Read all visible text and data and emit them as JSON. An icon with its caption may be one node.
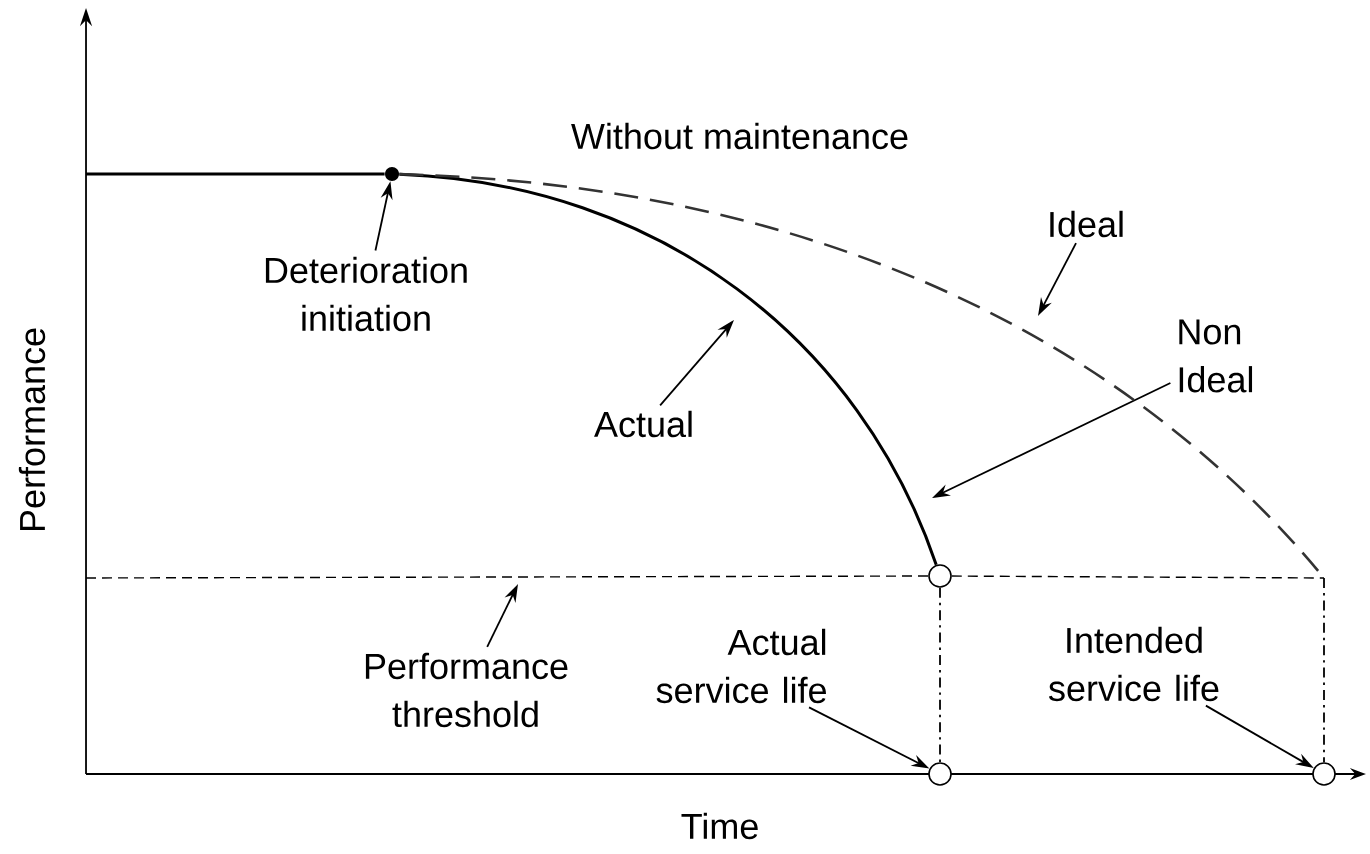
{
  "diagram": {
    "nodes": [
      {
        "text": [],
        "shape": "circle"
      },
      {
        "text": [
          "Deterioration initiation"
        ]
      },
      {
        "text": [
          "Ideal"
        ]
      },
      {
        "text": [
          "Non Ideal"
        ]
      },
      {
        "text": [
          "Actual"
        ]
      },
      {
        "text": [],
        "shape": "circle"
      },
      {
        "text": [
          "Performance threshold"
        ]
      },
      {
        "text": [
          "Actual service life"
        ]
      },
      {
        "text": [
          "Intended service life"
        ]
      },
      {
        "text": [],
        "shape": "circle"
      },
      {
        "text": [],
        "shape": "circle"
      }
    ],
    "edges": [
      {
        "from": 1,
        "to": 0,
        "arrow": "to"
      },
      {
        "from": 2,
        "to": null,
        "arrow": "to"
      },
      {
        "from": 3,
        "to": null,
        "arrow": "to"
      },
      {
        "from": 4,
        "to": null,
        "arrow": "to"
      },
      {
        "from": 6,
        "to": null,
        "arrow": "to"
      },
      {
        "from": 7,
        "to": 9,
        "arrow": "to"
      },
      {
        "from": 8,
        "to": 10,
        "arrow": "to"
      },
      {
        "from": 5,
        "to": 9,
        "arrow": "none",
        "style": "dashed"
      },
      {
        "from": null,
        "to": 10,
        "arrow": "none",
        "style": "dashed"
      },
      {
        "from": null,
        "to": 0,
        "arrow": "none"
      },
      {
        "from": 0,
        "to": 5,
        "arrow": "none"
      },
      {
        "from": 0,
        "to": null,
        "arrow": "none",
        "style": "dashed",
        "color": "#333333"
      },
      {
        "from": null,
        "to": 5,
        "arrow": "none",
        "style": "dashed"
      },
      {
        "from": 5,
        "to": null,
        "arrow": "none",
        "style": "dashed"
      }
    ],
    "labels": [
      "Without maintenance",
      "Performance",
      "Time"
    ]
  }
}
